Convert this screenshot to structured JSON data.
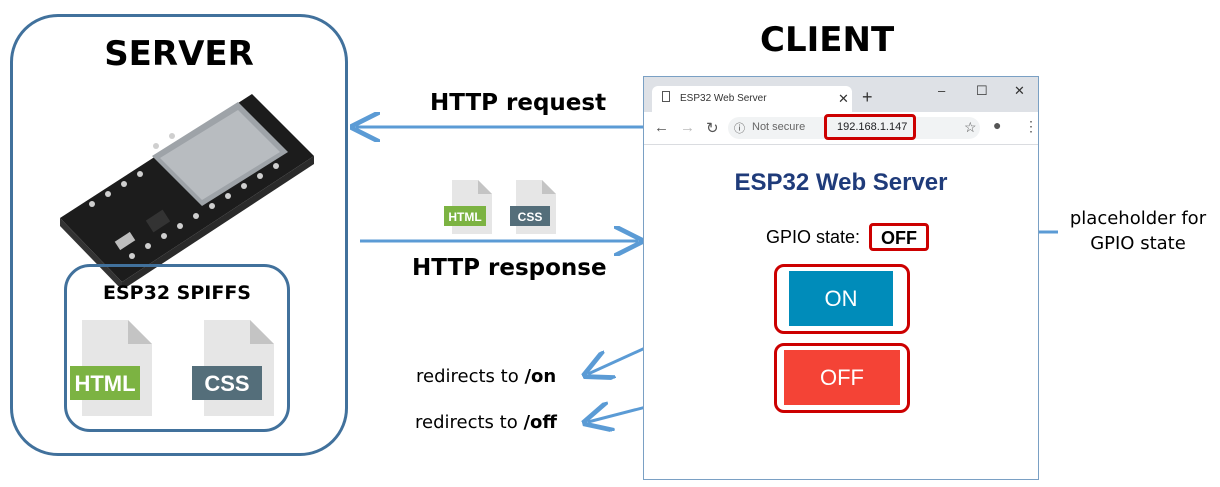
{
  "server": {
    "title": "SERVER",
    "spiffs_title": "ESP32 SPIFFS",
    "files": [
      "HTML",
      "CSS"
    ]
  },
  "client": {
    "title": "CLIENT"
  },
  "arrows": {
    "request": "HTTP request",
    "response": "HTTP response",
    "response_files": [
      "HTML",
      "CSS"
    ]
  },
  "browser": {
    "tab_title": "ESP32 Web Server",
    "not_secure": "Not secure",
    "url": "192.168.1.147",
    "page_title": "ESP32 Web Server",
    "gpio_label": "GPIO state:",
    "gpio_value": "OFF",
    "on_button": "ON",
    "off_button": "OFF"
  },
  "notes": {
    "placeholder_line1": "placeholder for",
    "placeholder_line2": "GPIO state",
    "redirect_prefix": "redirects to ",
    "redirect_on": "/on",
    "redirect_off": "/off"
  },
  "colors": {
    "outline": "#41719c",
    "arrow": "#5b9bd5",
    "highlight": "#cc0000",
    "on_button": "#008cba",
    "off_button": "#f44336",
    "html_badge": "#7cb342",
    "css_badge": "#546e7a"
  }
}
